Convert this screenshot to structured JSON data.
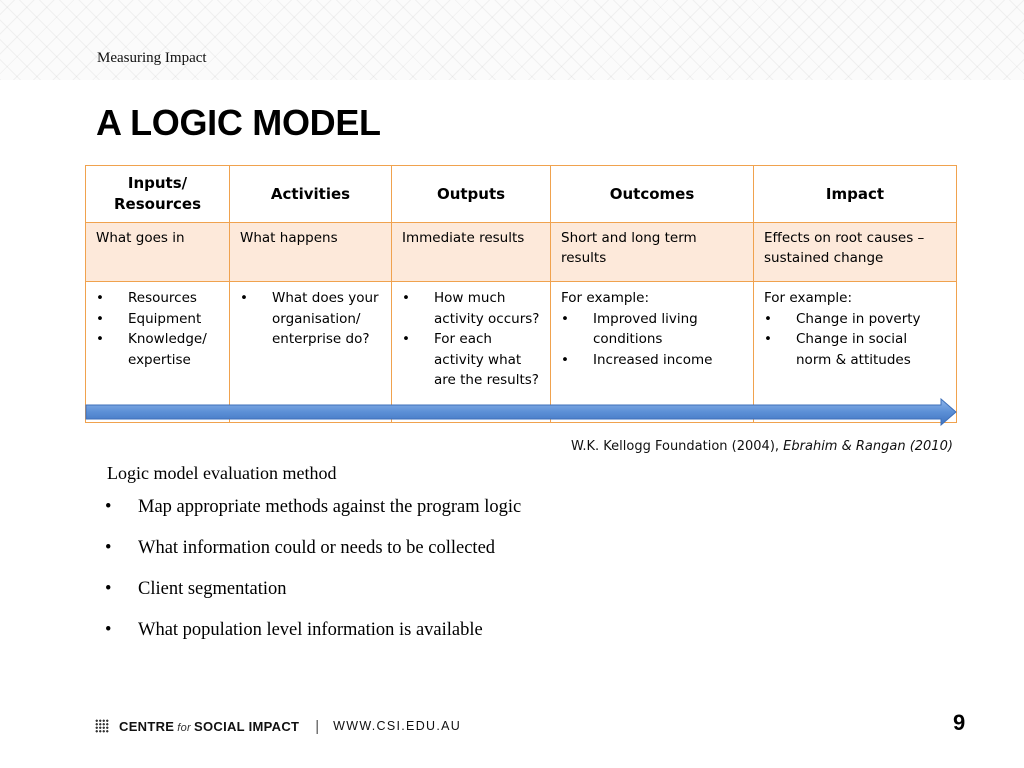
{
  "header": {
    "section": "Measuring Impact",
    "title": "A LOGIC MODEL"
  },
  "logic_model": {
    "columns": [
      {
        "heading": "Inputs/ Resources",
        "description": "What goes in",
        "prefix": "",
        "items": [
          "Resources",
          "Equipment",
          "Knowledge/ expertise"
        ]
      },
      {
        "heading": "Activities",
        "description": "What happens",
        "prefix": "",
        "items": [
          "What does your organisation/ enterprise do?"
        ]
      },
      {
        "heading": "Outputs",
        "description": "Immediate results",
        "prefix": "",
        "items": [
          "How much activity occurs?",
          "For each activity what are the results?"
        ]
      },
      {
        "heading": "Outcomes",
        "description": "Short and long term results",
        "prefix": "For example:",
        "items": [
          "Improved living conditions",
          "Increased income"
        ]
      },
      {
        "heading": "Impact",
        "description": "Effects on root causes – sustained change",
        "prefix": "For example:",
        "items": [
          "Change in poverty",
          "Change in social norm & attitudes"
        ]
      }
    ],
    "arrow_color": "#5b8fd6"
  },
  "citation": {
    "main": "W.K. Kellogg Foundation (2004), ",
    "italic": "Ebrahim & Rangan (2010)"
  },
  "evaluation": {
    "title": "Logic model evaluation method",
    "points": [
      "Map appropriate methods against the program logic",
      "What information could or needs to be collected",
      "Client segmentation",
      "What population level information is available"
    ]
  },
  "footer": {
    "brand_pre": "CENTRE",
    "brand_for": "for",
    "brand_post": "SOCIAL IMPACT",
    "separator": "|",
    "url": "WWW.CSI.EDU.AU",
    "page_number": "9"
  },
  "colors": {
    "table_border": "#f0a24e",
    "description_fill": "#fde9da",
    "arrow": "#5b8fd6"
  }
}
